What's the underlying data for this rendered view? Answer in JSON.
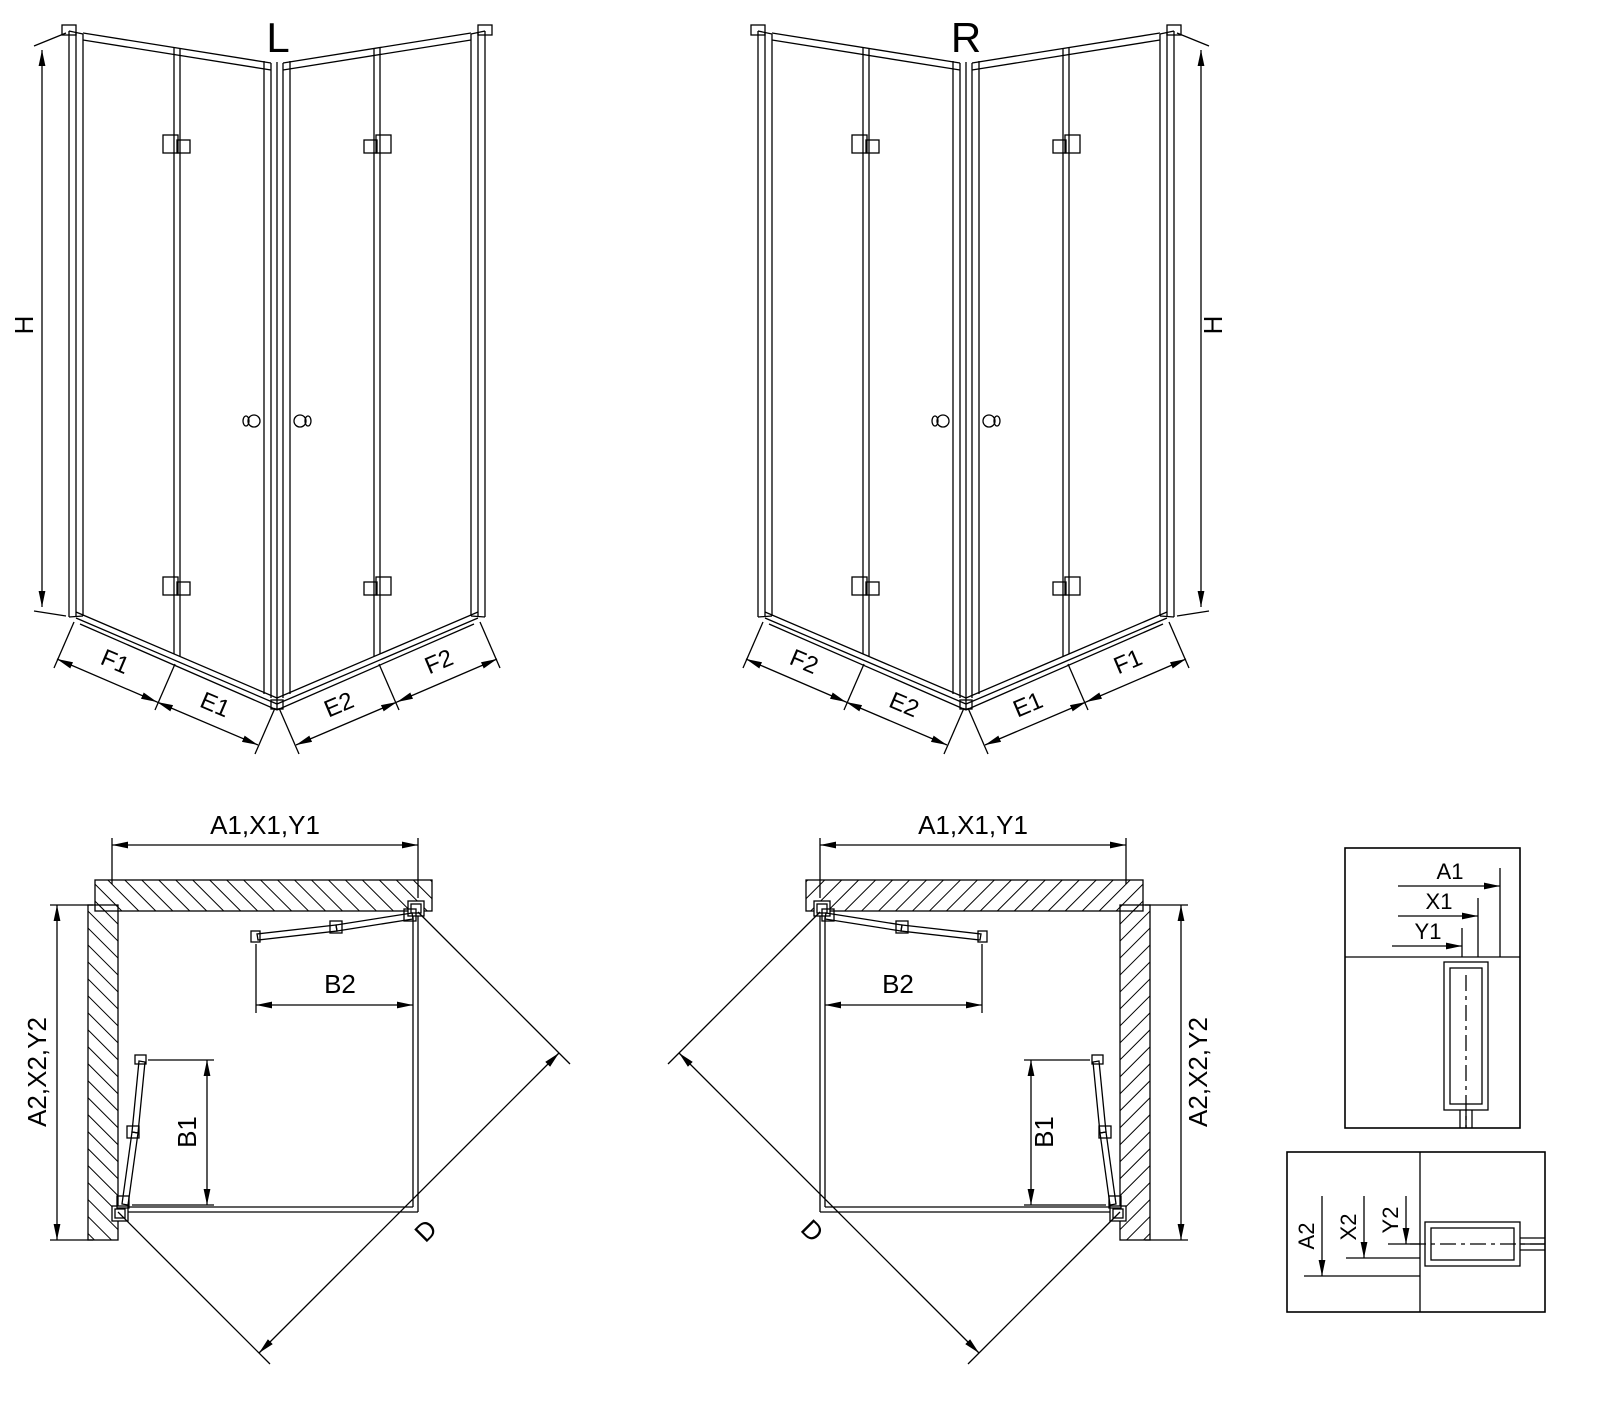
{
  "elevation_left": {
    "title": "L",
    "height_label": "H",
    "f1": "F1",
    "e1": "E1",
    "e2": "E2",
    "f2": "F2"
  },
  "elevation_right": {
    "title": "R",
    "height_label": "H",
    "f2": "F2",
    "e2": "E2",
    "e1": "E1",
    "f1": "F1"
  },
  "plan_left": {
    "width_label": "A1,X1,Y1",
    "depth_label": "A2,X2,Y2",
    "door_side_label": "B1",
    "door_top_label": "B2",
    "diagonal_label": "D"
  },
  "plan_right": {
    "width_label": "A1,X1,Y1",
    "depth_label": "A2,X2,Y2",
    "door_side_label": "B1",
    "door_top_label": "B2",
    "diagonal_label": "D"
  },
  "detail_top_profile": {
    "a1": "A1",
    "x1": "X1",
    "y1": "Y1"
  },
  "detail_side_profile": {
    "a2": "A2",
    "x2": "X2",
    "y2": "Y2"
  }
}
